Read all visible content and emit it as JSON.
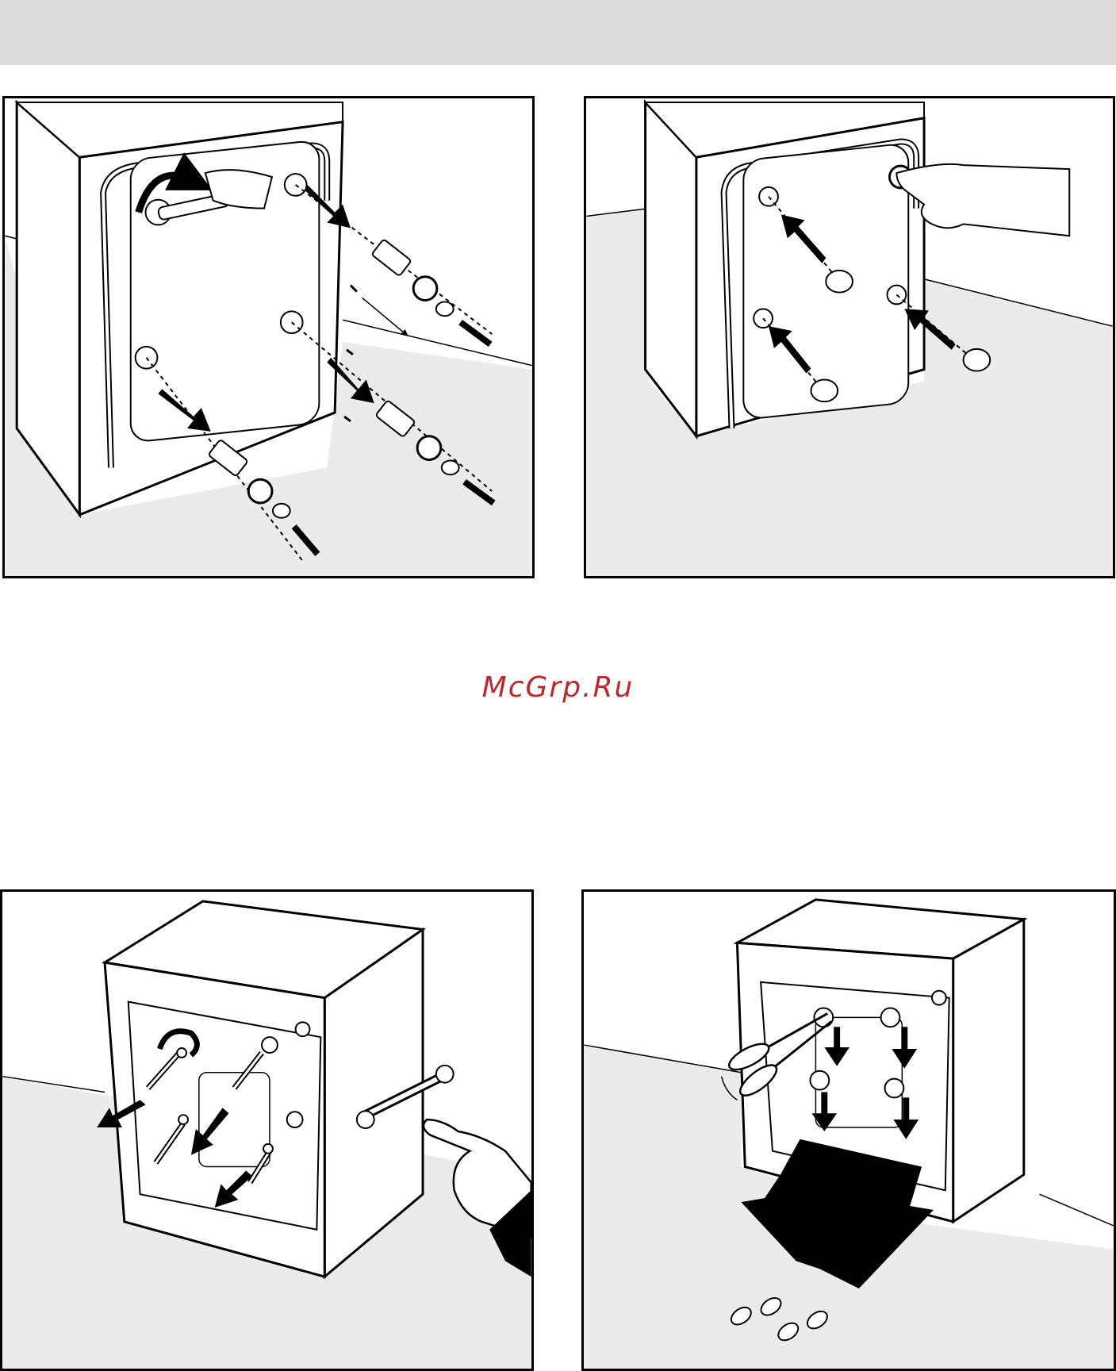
{
  "watermark": "McGrp.Ru",
  "figures": [
    {
      "id": "step-1",
      "icons": [
        "wrench-icon",
        "arrow-icon",
        "transport-bolt-icon",
        "spacer-icon",
        "washer-icon",
        "screw-icon"
      ]
    },
    {
      "id": "step-2",
      "icons": [
        "hand-icon",
        "plug-cap-icon",
        "arrow-icon"
      ]
    },
    {
      "id": "step-3",
      "icons": [
        "wrench-icon",
        "pointing-hand-icon",
        "arrow-icon",
        "bolt-icon"
      ]
    },
    {
      "id": "step-4",
      "icons": [
        "screwdriver-icon",
        "arrow-icon",
        "bolt-icon"
      ]
    }
  ],
  "colors": {
    "band": "#dcdcdc",
    "floor": "#ebebeb",
    "watermark": "#c0272d",
    "ink": "#000000"
  }
}
